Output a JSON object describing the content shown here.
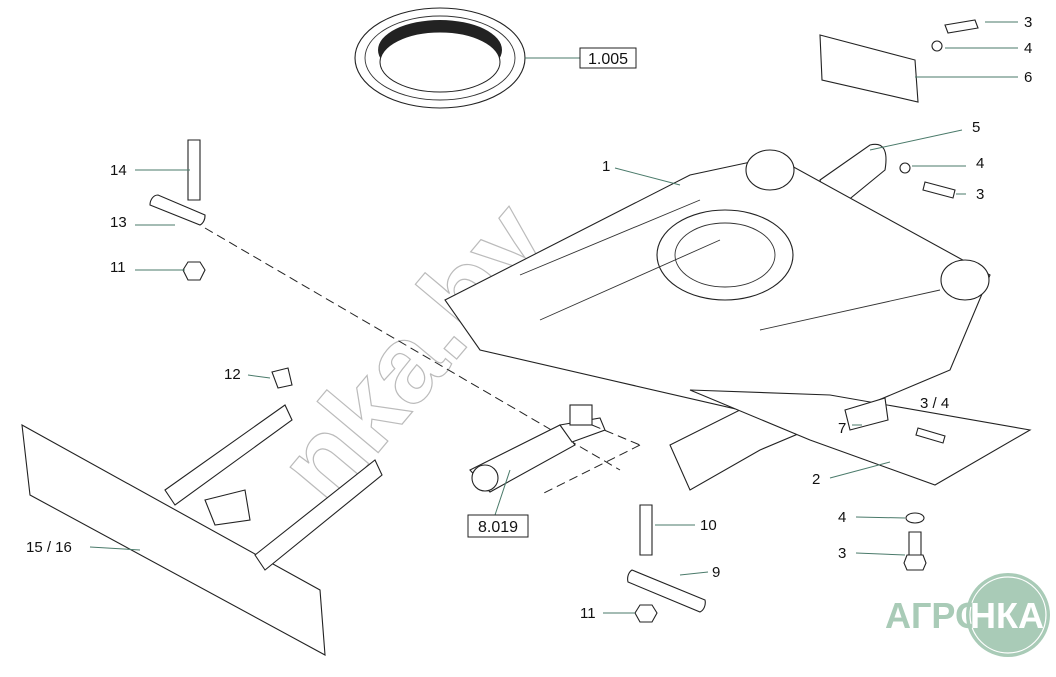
{
  "diagram": {
    "refs": {
      "slewing_ring": "1.005",
      "cylinder": "8.019"
    },
    "labels": {
      "top_bolt": "3",
      "top_washer": "4",
      "top_plate": "6",
      "cover": "5",
      "cover_washer": "4",
      "cover_bolt": "3",
      "frame": "1",
      "pin_bolt": "14",
      "pin": "13",
      "pin_nut": "11",
      "grease_fitting": "12",
      "bolt_washer_pair": "3 / 4",
      "small_plate": "7",
      "bottom_plate": "2",
      "bottom_washer": "4",
      "bottom_bolt": "3",
      "pin2_bolt": "10",
      "pin2": "9",
      "pin2_nut": "11",
      "blade": "15 / 16"
    },
    "watermark": "nka.by",
    "logo": {
      "left": "АГРО",
      "right": "НКА",
      "color": "#a9cbb7"
    }
  }
}
